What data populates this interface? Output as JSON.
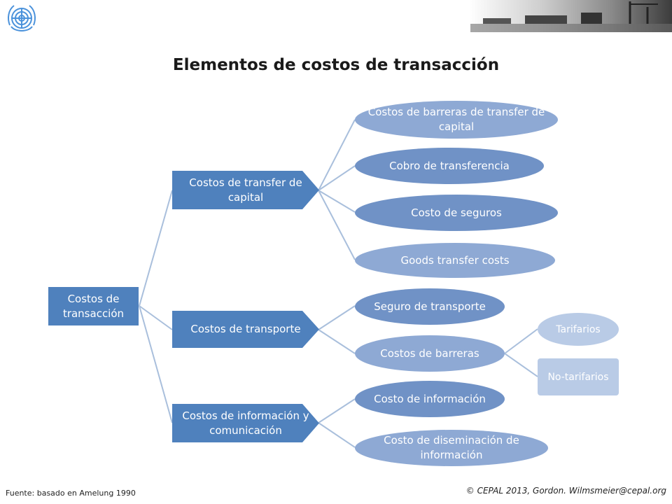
{
  "title": "Elementos de costos de transacción",
  "root": "Costos de transacción",
  "branches": [
    {
      "label": "Costos de transfer de capital",
      "children": [
        "Costos de barreras de transfer de capital",
        "Cobro de transferencia",
        "Costo de seguros",
        "Goods transfer costs"
      ]
    },
    {
      "label": "Costos de transporte",
      "children": [
        "Seguro de transporte",
        "Costos de barreras"
      ]
    },
    {
      "label": "Costos de información y comunicación",
      "children": [
        "Costo de información",
        "Costo de diseminación de información"
      ]
    }
  ],
  "sub_leaves": [
    "Tarifarios",
    "No-tarifarios"
  ],
  "footer": {
    "source": "Fuente: basado en Amelung 1990",
    "credit": "© CEPAL 2013, Gordon. Wilmsmeier@cepal.org"
  },
  "icons": {
    "logo": "un-emblem-icon",
    "header_image": "port-photo-strip"
  },
  "colors": {
    "primary": "#4f81bd",
    "ellipse": "#8ea9d4",
    "leaf": "#b9cbe6",
    "connector": "#a9bfdc"
  }
}
